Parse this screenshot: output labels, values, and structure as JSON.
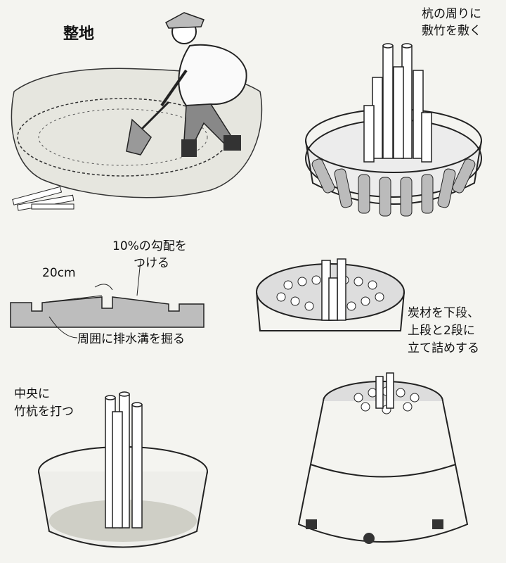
{
  "step_ground": {
    "title": "整地"
  },
  "step_bamboo_around": {
    "line1": "杭の周りに",
    "line2": "敷竹を敷く"
  },
  "step_drainage": {
    "slope_line1": "10%の勾配を",
    "slope_line2": "つける",
    "width": "20cm",
    "ditch": "周囲に排水溝を掘る"
  },
  "step_charcoal": {
    "line1": "炭材を下段、",
    "line2": "上段と2段に",
    "line3": "立て詰めする"
  },
  "step_center_stake": {
    "line1": "中央に",
    "line2": "竹杭を打つ"
  }
}
